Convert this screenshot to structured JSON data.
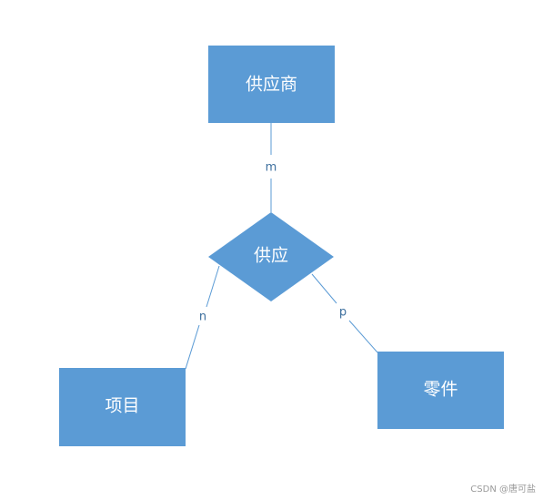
{
  "diagram": {
    "entities": {
      "supplier": "供应商",
      "project": "项目",
      "part": "零件"
    },
    "relationship": "供应",
    "cardinalities": {
      "supplier": "m",
      "project": "n",
      "part": "p"
    },
    "colors": {
      "shape_fill": "#5b9bd5",
      "line": "#5b9bd5",
      "label_text": "#ffffff",
      "cardinality_text": "#3d6f9e"
    }
  },
  "watermark": "CSDN @唐可盐"
}
